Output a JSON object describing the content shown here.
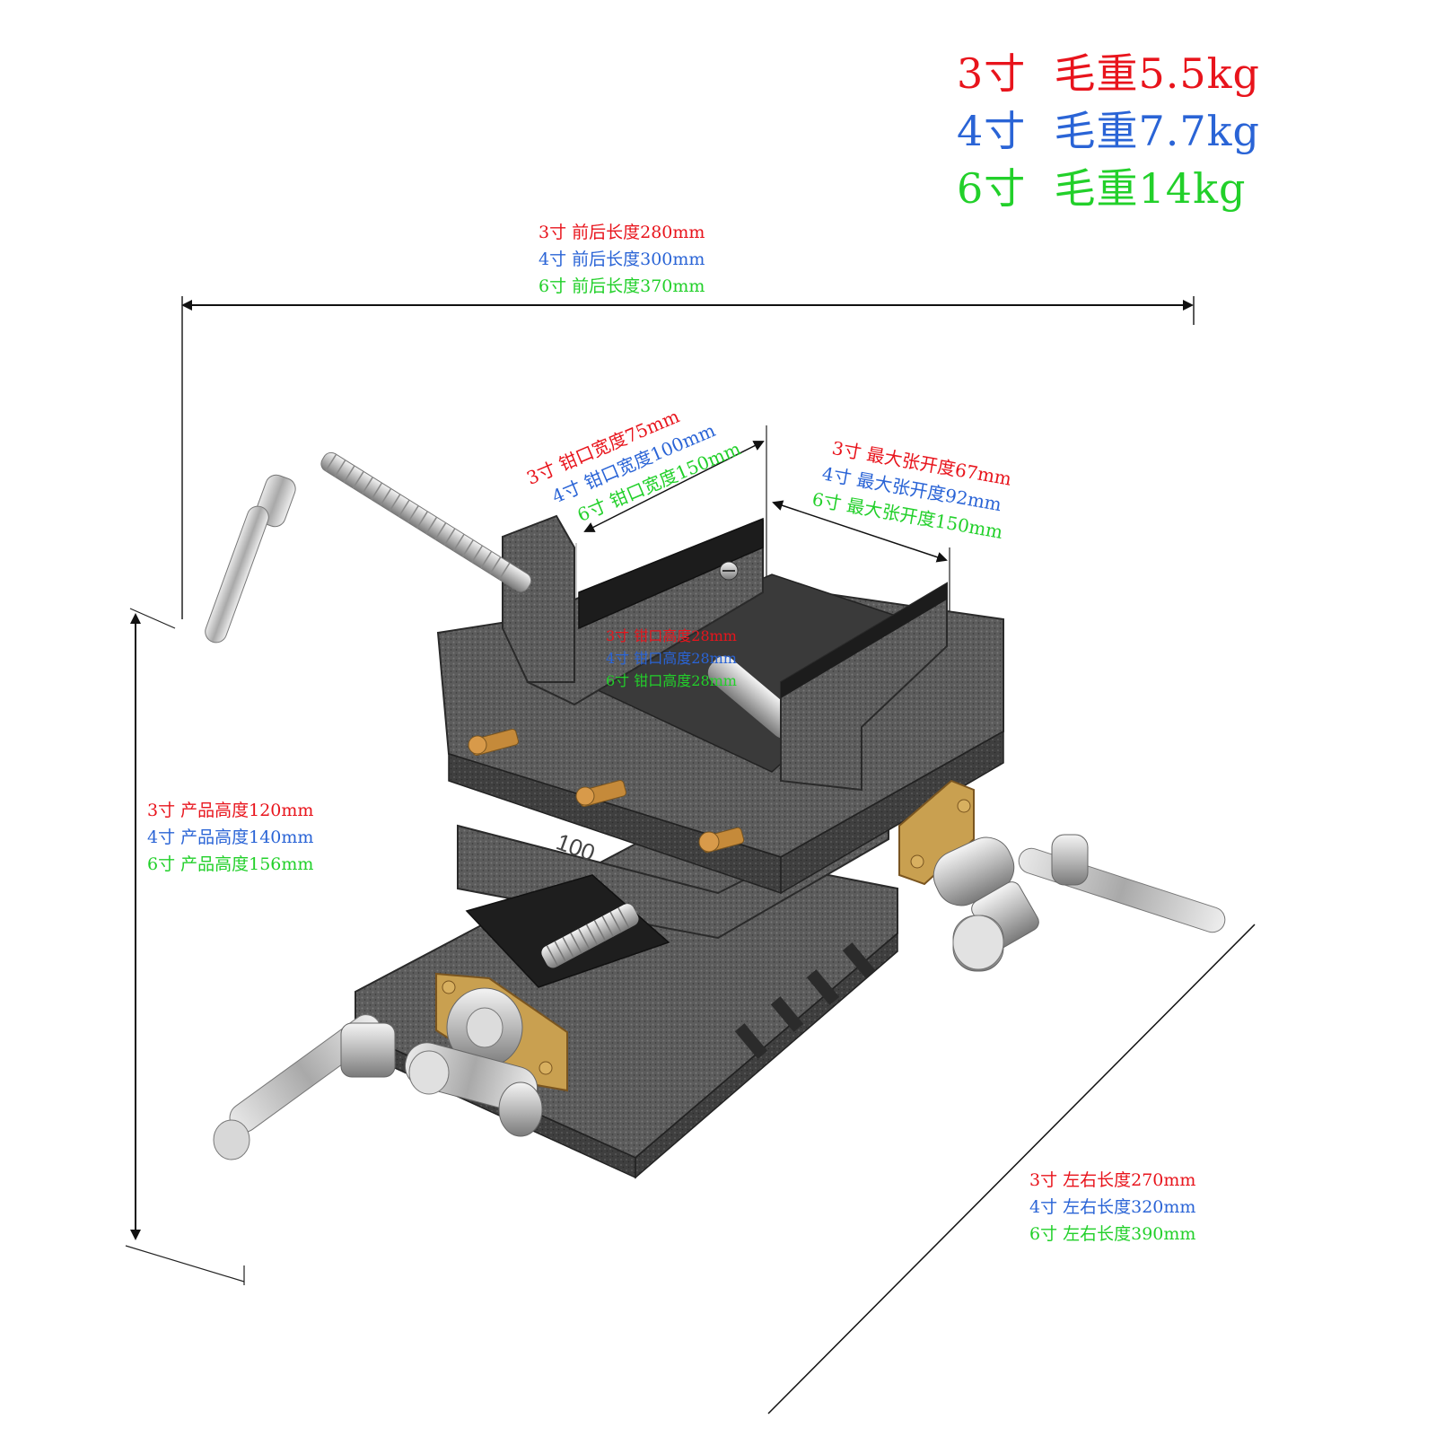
{
  "weights": [
    {
      "size": "3寸",
      "text": "毛重5.5kg",
      "color": "#e8141c"
    },
    {
      "size": "4寸",
      "text": "毛重7.7kg",
      "color": "#2a64d6"
    },
    {
      "size": "6寸",
      "text": "毛重14kg",
      "color": "#22d02a"
    }
  ],
  "front_back_length": [
    "3寸  前后长度280mm",
    "4寸  前后长度300mm",
    "6寸  前后长度370mm"
  ],
  "jaw_width": [
    "3寸  钳口宽度75mm",
    "4寸  钳口宽度100mm",
    "6寸  钳口宽度150mm"
  ],
  "max_opening": [
    "3寸  最大张开度67mm",
    "4寸  最大张开度92mm",
    "6寸  最大张开度150mm"
  ],
  "jaw_height": [
    "3寸  钳口高度28mm",
    "4寸  钳口高度28mm",
    "6寸  钳口高度28mm"
  ],
  "product_height": [
    "3寸  产品高度120mm",
    "4寸  产品高度140mm",
    "6寸  产品高度156mm"
  ],
  "left_right_length": [
    "3寸  左右长度270mm",
    "4寸  左右长度320mm",
    "6寸  左右长度390mm"
  ],
  "size_colors": [
    "#e8141c",
    "#2a64d6",
    "#22d02a"
  ],
  "product": {
    "stamp": "100",
    "icon": "cross-slide-vise"
  }
}
